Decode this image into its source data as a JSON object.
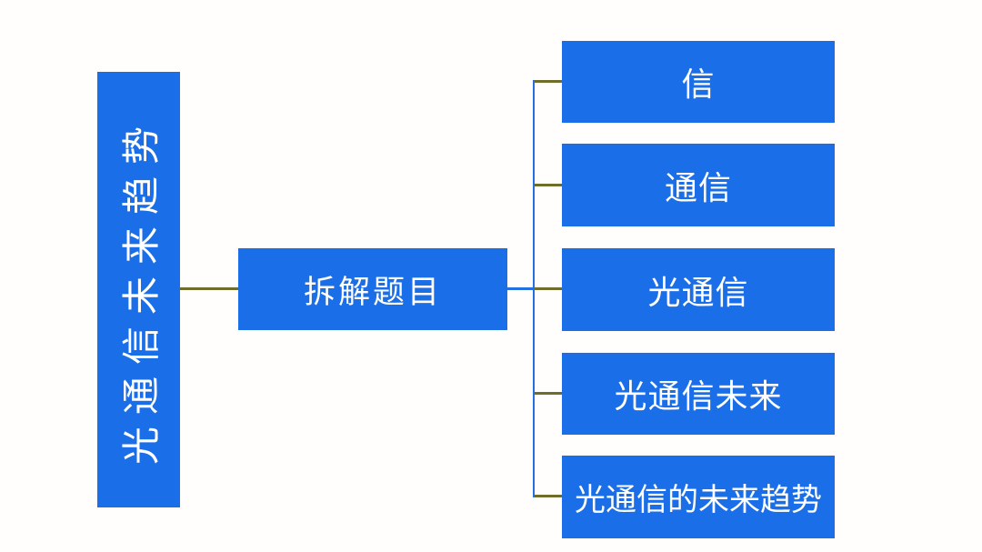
{
  "diagram": {
    "title_node": {
      "label": "光通信未来趋势"
    },
    "middle_node": {
      "label": "拆解题目"
    },
    "children": [
      {
        "label": "信"
      },
      {
        "label": "通信"
      },
      {
        "label": "光通信"
      },
      {
        "label": "光通信未来"
      },
      {
        "label": "光通信的未来趋势"
      }
    ]
  },
  "colors": {
    "node_fill": "#1a6ee8",
    "node_text": "#ffffff",
    "trunk_line": "#2470e0",
    "branch_line": "#6e6e2a",
    "background": "#fffefc"
  }
}
